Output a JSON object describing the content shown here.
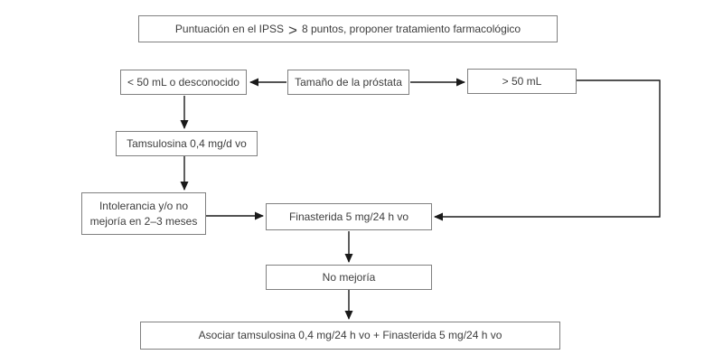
{
  "diagram": {
    "type": "flowchart",
    "language": "es",
    "topic": "Algoritmo de tratamiento farmacológico según puntuación IPSS y tamaño de próstata",
    "title_box": {
      "before": "Puntuación en el IPSS",
      "operator": ">",
      "after": "8 puntos, proponer tratamiento farmacológico"
    },
    "boxes": {
      "less_50": "< 50 mL o desconocido",
      "prostate_size": "Tamaño de la próstata",
      "greater_50": "> 50 mL",
      "tamsulosina": "Tamsulosina 0,4 mg/d vo",
      "intolerancia": "Intolerancia y/o no mejoría en 2–3 meses",
      "finasterida": "Finasterida 5 mg/24 h vo",
      "no_mejoria": "No mejoría",
      "asociar": "Asociar tamsulosina 0,4 mg/24 h vo + Finasterida 5 mg/24 h vo"
    },
    "connections": [
      "prostate_size -> less_50",
      "prostate_size -> greater_50",
      "less_50 -> tamsulosina",
      "tamsulosina -> intolerancia",
      "intolerancia -> finasterida",
      "greater_50 -> finasterida",
      "finasterida -> no_mejoria",
      "no_mejoria -> asociar"
    ],
    "colors": {
      "border": "#808080",
      "text": "#3d3d3d",
      "arrow": "#1a1a1a",
      "background": "#ffffff"
    }
  }
}
